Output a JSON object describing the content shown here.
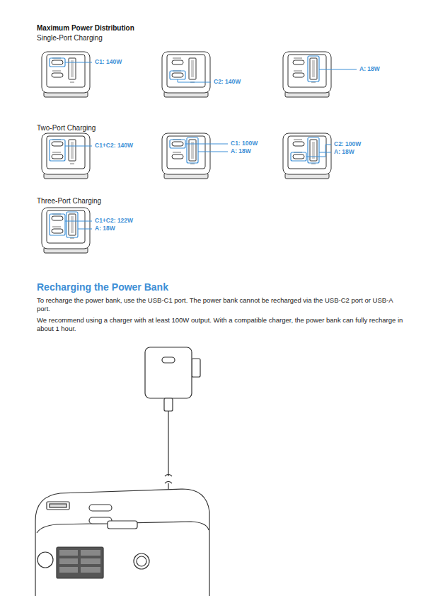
{
  "diagram": {
    "title": "Maximum Power Distribution",
    "labels": [
      "Single-Port Charging",
      "C1: 140W",
      "C2: 140W",
      "A: 18W",
      "Two-Port Charging",
      "C1+C2: 140W",
      "C1: 100W",
      "A: 18W",
      "C2: 100W",
      "A: 18W",
      "Three-Port Charging",
      "C1+C2: 122W",
      "A: 18W",
      "Recharging the Power Bank",
      "To recharge the power bank, use the USB-C1 port. The power bank cannot be recharged via the USB-C2 port or USB-A port.",
      "We recommend using a charger with at least 100W output. With a compatible charger, the power bank can fully recharge in about 1 hour."
    ]
  }
}
